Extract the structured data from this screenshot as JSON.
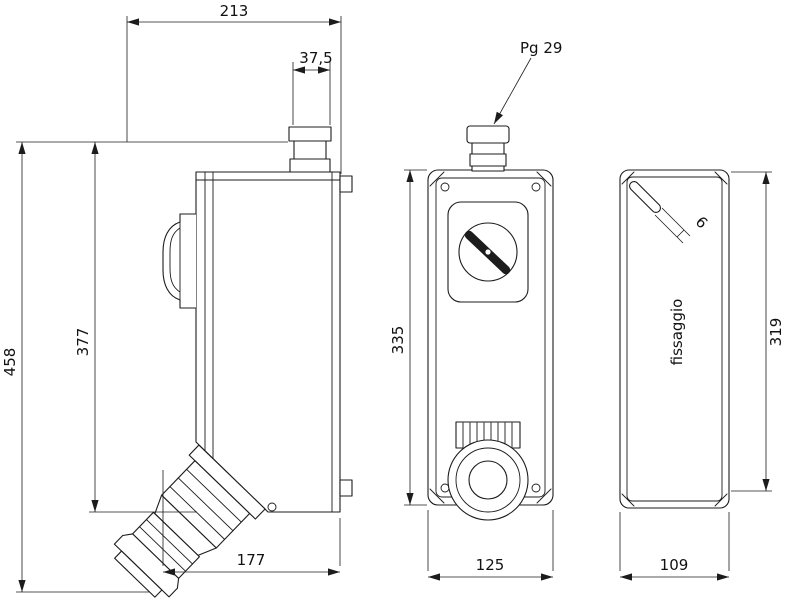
{
  "drawing": {
    "title": "interlocked-socket-technical-drawing",
    "dimensions": {
      "top_width": "213",
      "gland_width": "37,5",
      "cable_gland": "Pg 29",
      "total_height": "458",
      "height_to_gland": "377",
      "front_body_height": "335",
      "bottom_depth": "177",
      "front_width": "125",
      "rear_width": "109",
      "rear_height": "319",
      "slot_width": "6",
      "rear_text": "fissaggio"
    },
    "line_color": "#1c1c1c",
    "background": "#ffffff"
  }
}
